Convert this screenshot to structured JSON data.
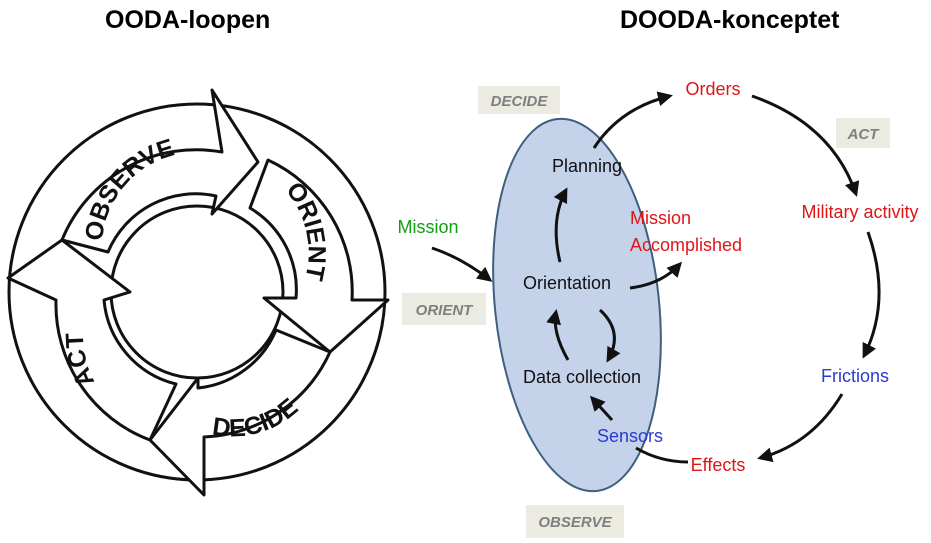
{
  "titles": {
    "ooda": "OODA-loopen",
    "dooda": "DOODA-konceptet"
  },
  "ooda_loop": {
    "observe": "OBSERVE",
    "orient": "ORIENT",
    "decide": "DECIDE",
    "act": "ACT"
  },
  "dooda": {
    "tags": {
      "decide": "DECIDE",
      "act": "ACT",
      "orient": "ORIENT",
      "observe": "OBSERVE"
    },
    "nodes": {
      "planning": "Planning",
      "orientation": "Orientation",
      "data_collection": "Data collection",
      "mission": "Mission",
      "mission_accomplished_1": "Mission",
      "mission_accomplished_2": "Accomplished",
      "orders": "Orders",
      "military_activity": "Military activity",
      "frictions": "Frictions",
      "effects": "Effects",
      "sensors": "Sensors"
    }
  },
  "colors": {
    "red": "#e01515",
    "green": "#11a011",
    "blue": "#2a3ad2",
    "dark": "#111111",
    "ellipse_fill": "#c5d3ea",
    "ellipse_stroke": "#3f5f7f",
    "tag_bg": "#ecebe2"
  }
}
